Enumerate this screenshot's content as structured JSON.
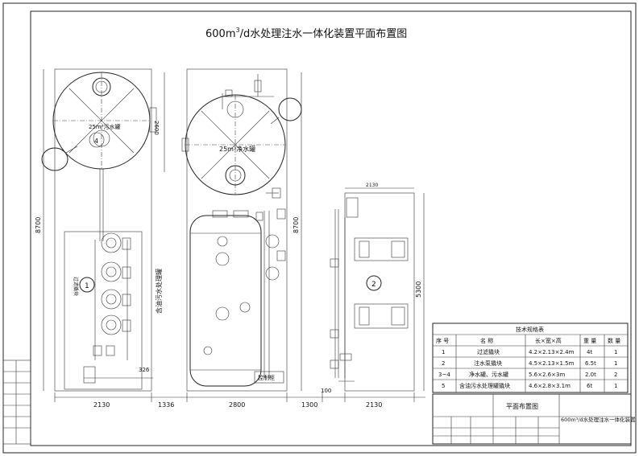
{
  "title": {
    "main": "600m",
    "sup": "3",
    "rest": "/d水处理注水一体化装置平面布置图"
  },
  "dims": {
    "left_height": "8700",
    "mid_height": "8700",
    "right_height": "5300",
    "tank_dim": "2600",
    "bottom_2130a": "2130",
    "bottom_1336": "1336",
    "bottom_2800": "2800",
    "bottom_1300": "1300",
    "bottom_100": "100",
    "bottom_2130b": "2130",
    "small_326": "326",
    "top_right_dim": "2130"
  },
  "labels": {
    "tank_left": "25m³污水罐",
    "tank_mid": "25m³净水罐",
    "circle_1": "1",
    "circle_2": "2",
    "circle_4": "4",
    "left_module": "过滤撬块",
    "vessel_mid": "含油污水处理罐",
    "control_cabinet": "控制柜"
  },
  "spec_table": {
    "title": "技术规格表",
    "headers": [
      "序 号",
      "名 称",
      "长×宽×高",
      "重 量",
      "数 量"
    ],
    "rows": [
      [
        "1",
        "过滤撬块",
        "4.2×2.13×2.4m",
        "4t",
        "1"
      ],
      [
        "2",
        "注水泵撬块",
        "4.5×2.13×1.5m",
        "6.5t",
        "1"
      ],
      [
        "3~4",
        "净水罐、污水罐",
        "5.6×2.6×3m",
        "2.0t",
        "2"
      ],
      [
        "5",
        "含油污水处理罐撬块",
        "4.6×2.8×3.1m",
        "6t",
        "1"
      ]
    ]
  },
  "title_block": {
    "drawing_name": "平面布置图",
    "project_name": "600m³/d水处理注水一体化装置"
  }
}
